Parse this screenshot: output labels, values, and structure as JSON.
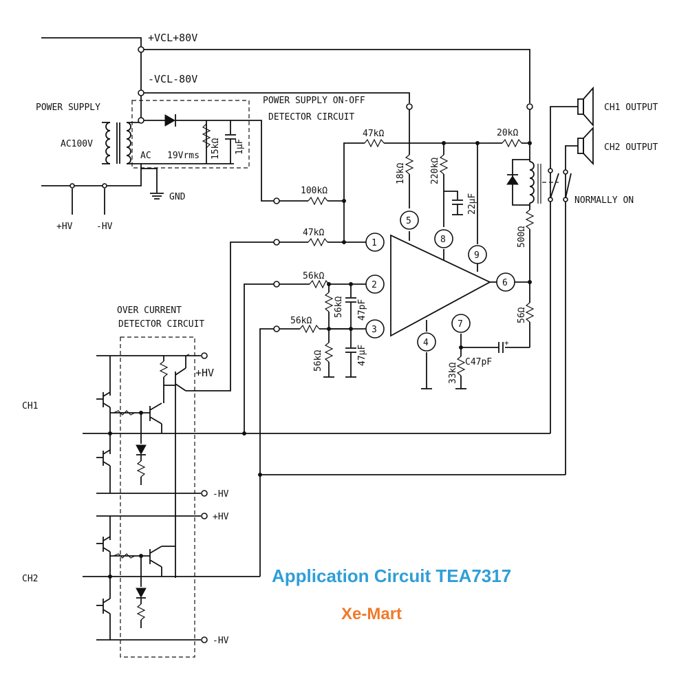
{
  "rails": {
    "vcl_pos": "+VCL+80V",
    "vcl_neg": "-VCL-80V"
  },
  "power_supply": {
    "label": "POWER SUPPLY",
    "ac_in": "AC100V",
    "ac": "AC",
    "vrms": "19Vrms",
    "r15k": "15kΩ",
    "c1u": "1μF",
    "gnd": "GND",
    "hv_pos": "+HV",
    "hv_neg": "-HV"
  },
  "onoff_detector": {
    "line1": "POWER SUPPLY ON-OFF",
    "line2": "DETECTOR CIRCUIT"
  },
  "resistors": {
    "r47k_top": "47kΩ",
    "r18k": "18kΩ",
    "r220k": "220kΩ",
    "r20k": "20kΩ",
    "r100k": "100kΩ",
    "r47k_in": "47kΩ",
    "r56k_a": "56kΩ",
    "r56k_b": "56kΩ",
    "r56k_c": "56kΩ",
    "r56k_d": "56kΩ",
    "r500": "500Ω",
    "r56": "56Ω",
    "r33k": "33kΩ"
  },
  "capacitors": {
    "c22u": "22μF",
    "c47p_a": "47pF",
    "c47u": "47μF",
    "c047": "C47pF"
  },
  "pins": [
    "1",
    "2",
    "3",
    "4",
    "5",
    "6",
    "7",
    "8",
    "9"
  ],
  "outputs": {
    "ch1": "CH1 OUTPUT",
    "ch2": "CH2 OUTPUT",
    "normally_on": "NORMALLY ON"
  },
  "over_current": {
    "line1": "OVER CURRENT",
    "line2": "DETECTOR CIRCUIT",
    "ch1": "CH1",
    "ch2": "CH2",
    "hv_pos_a": "+HV",
    "hv_neg_a": "-HV",
    "hv_pos_b": "+HV",
    "hv_neg_b": "-HV"
  },
  "caption": {
    "title": "Application Circuit TEA7317",
    "brand": "Xe-Mart",
    "title_color": "#2f9ed8",
    "brand_color": "#f07a2a"
  }
}
